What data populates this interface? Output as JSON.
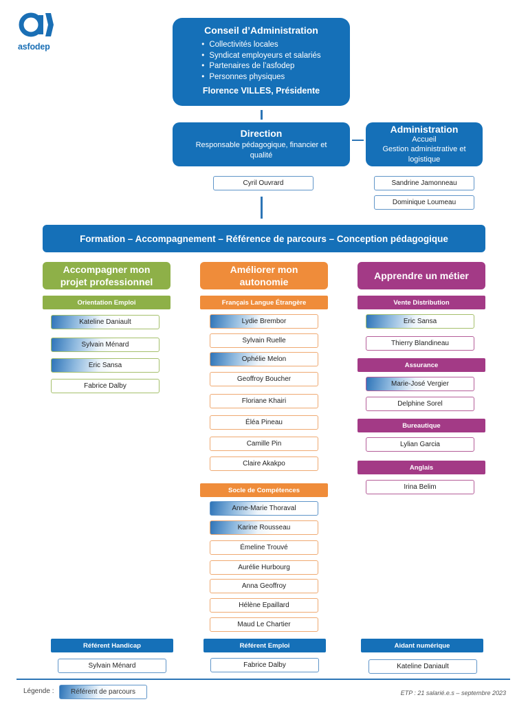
{
  "logo": {
    "text": "asfodep"
  },
  "board": {
    "title": "Conseil d’Administration",
    "members": [
      "Collectivités locales",
      "Syndicat employeurs et salariés",
      "Partenaires de l’asfodep",
      "Personnes physiques"
    ],
    "president": "Florence VILLES, Présidente"
  },
  "direction": {
    "title": "Direction",
    "desc": "Responsable pédagogique, financier et qualité",
    "person": "Cyril Ouvrard"
  },
  "administration": {
    "title": "Administration",
    "line1": "Accueil",
    "line2": "Gestion administrative et logistique",
    "people": [
      "Sandrine Jamonneau",
      "Dominique Loumeau"
    ]
  },
  "banner": "Formation – Accompagnement – Référence de parcours – Conception pédagogique",
  "columns": [
    {
      "title": "Accompagner mon projet professionnel",
      "sections": [
        {
          "title": "Orientation Emploi",
          "people": [
            "Kateline Daniault",
            "Sylvain Ménard",
            "Eric Sansa",
            "Fabrice Dalby"
          ],
          "referent": [
            true,
            true,
            true,
            false
          ]
        }
      ],
      "footer_title": "Référent  Handicap",
      "footer_person": "Sylvain Ménard"
    },
    {
      "title": "Améliorer mon autonomie",
      "sections": [
        {
          "title": "Français Langue Étrangère",
          "people": [
            "Lydie Brembor",
            "Sylvain Ruelle",
            "Ophélie Melon",
            "Geoffroy Boucher",
            "Floriane Khairi",
            "Éléa Pineau",
            "Camille Pin",
            "Claire Akakpo"
          ],
          "referent": [
            true,
            false,
            true,
            false,
            false,
            false,
            false,
            false
          ]
        },
        {
          "title": "Socle de Compétences",
          "people": [
            "Anne-Marie Thoraval",
            "Karine Rousseau",
            "Émeline Trouvé",
            "Aurélie Hurbourg",
            "Anna Geoffroy",
            "Hélène Epaillard",
            "Maud Le Chartier"
          ],
          "referent": [
            true,
            true,
            false,
            false,
            false,
            false,
            false
          ]
        }
      ],
      "footer_title": "Référent Emploi",
      "footer_person": "Fabrice Dalby"
    },
    {
      "title": "Apprendre un métier",
      "sections": [
        {
          "title": "Vente Distribution",
          "people": [
            "Eric Sansa",
            "Thierry Blandineau"
          ],
          "referent": [
            true,
            false
          ]
        },
        {
          "title": "Assurance",
          "people": [
            "Marie-José Vergier",
            "Delphine Sorel"
          ],
          "referent": [
            true,
            false
          ]
        },
        {
          "title": "Bureautique",
          "people": [
            "Lylian Garcia"
          ],
          "referent": [
            false
          ]
        },
        {
          "title": "Anglais",
          "people": [
            "Irina Belim"
          ],
          "referent": [
            false
          ]
        }
      ],
      "footer_title": "Aidant numérique",
      "footer_person": "Kateline Daniault"
    }
  ],
  "legend": {
    "label": "Légende :",
    "item": "Référent de parcours"
  },
  "footer_note": "ETP : 21 salarié.e.s –  septembre 2023",
  "colors": {
    "blue": "#1570b8",
    "green": "#8eb048",
    "orange": "#ef8c3a",
    "purple": "#a33a86"
  }
}
